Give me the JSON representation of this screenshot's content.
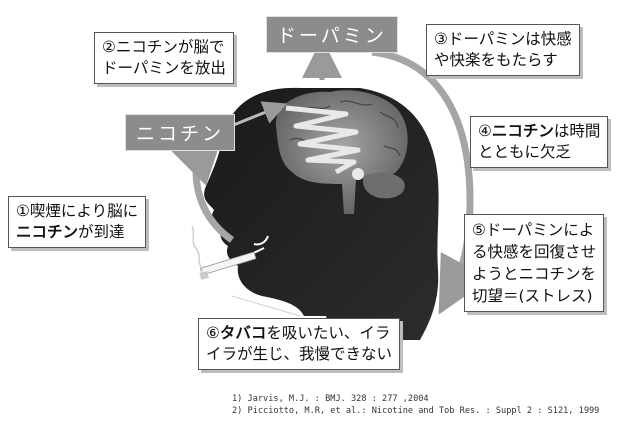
{
  "labels": {
    "nicotine": "ニコチン",
    "dopamine": "ドーパミン"
  },
  "steps": [
    {
      "id": 1,
      "lines": [
        [
          {
            "t": "①喫煙により脳に",
            "b": false
          }
        ],
        [
          {
            "t": "ニコチン",
            "b": true
          },
          {
            "t": "が到達",
            "b": false
          }
        ]
      ]
    },
    {
      "id": 2,
      "lines": [
        [
          {
            "t": "②ニコチンが脳で",
            "b": false
          }
        ],
        [
          {
            "t": "ドーパミンを放出",
            "b": false
          }
        ]
      ]
    },
    {
      "id": 3,
      "lines": [
        [
          {
            "t": "③ドーパミンは快感",
            "b": false
          }
        ],
        [
          {
            "t": "や快楽をもたらす",
            "b": false
          }
        ]
      ]
    },
    {
      "id": 4,
      "lines": [
        [
          {
            "t": "④",
            "b": false
          },
          {
            "t": "ニコチン",
            "b": true
          },
          {
            "t": "は時間",
            "b": false
          }
        ],
        [
          {
            "t": "とともに欠乏",
            "b": false
          }
        ]
      ]
    },
    {
      "id": 5,
      "lines": [
        [
          {
            "t": "⑤ドーパミンによ",
            "b": false
          }
        ],
        [
          {
            "t": "る快感を回復させ",
            "b": false
          }
        ],
        [
          {
            "t": "ようとニコチンを",
            "b": false
          }
        ],
        [
          {
            "t": "切望＝(ストレス)",
            "b": false
          }
        ]
      ]
    },
    {
      "id": 6,
      "lines": [
        [
          {
            "t": "⑥",
            "b": false
          },
          {
            "t": "タバコ",
            "b": true
          },
          {
            "t": "を吸いたい、イラ",
            "b": false
          }
        ],
        [
          {
            "t": "イラが生じ、我慢できない",
            "b": false
          }
        ]
      ]
    }
  ],
  "references": [
    "1) Jarvis, M.J. : BMJ. 328 : 277 ,2004",
    "2) Picciotto, M.R, et al.: Nicotine and Tob Res. : Suppl 2 : S121, 1999"
  ]
}
